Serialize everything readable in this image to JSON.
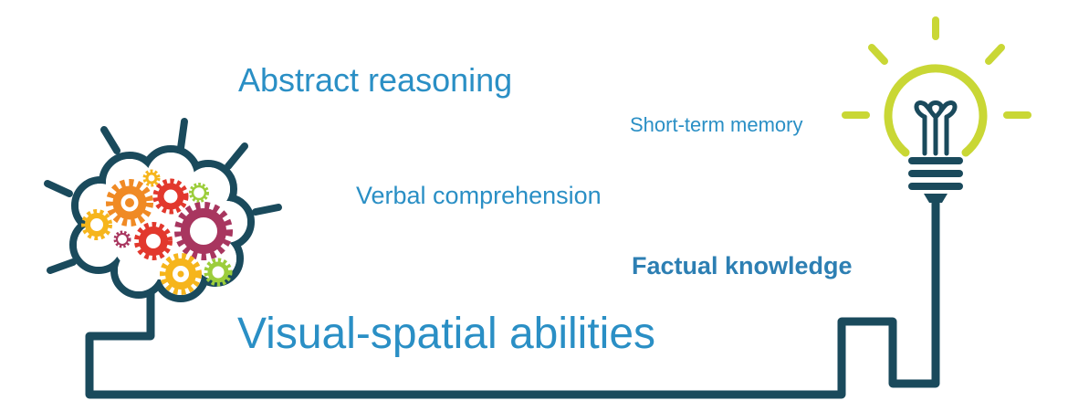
{
  "labels": {
    "abstract_reasoning": "Abstract reasoning",
    "short_term_memory": "Short-term memory",
    "verbal_comprehension": "Verbal comprehension",
    "factual_knowledge": "Factual knowledge",
    "visual_spatial_abilities": "Visual-spatial abilities"
  },
  "icons": {
    "left": "brain-with-gears-icon",
    "right": "lightbulb-icon"
  },
  "colors": {
    "label_text": "#2a8fc5",
    "factual_text": "#2d7fb3",
    "outline": "#1a4a5c",
    "bulb": "#c9d735",
    "gear_orange": "#f08a24",
    "gear_red": "#e2382d",
    "gear_purple": "#a8365f",
    "gear_yellow": "#f6b51c",
    "gear_lime": "#9ccd3b"
  }
}
